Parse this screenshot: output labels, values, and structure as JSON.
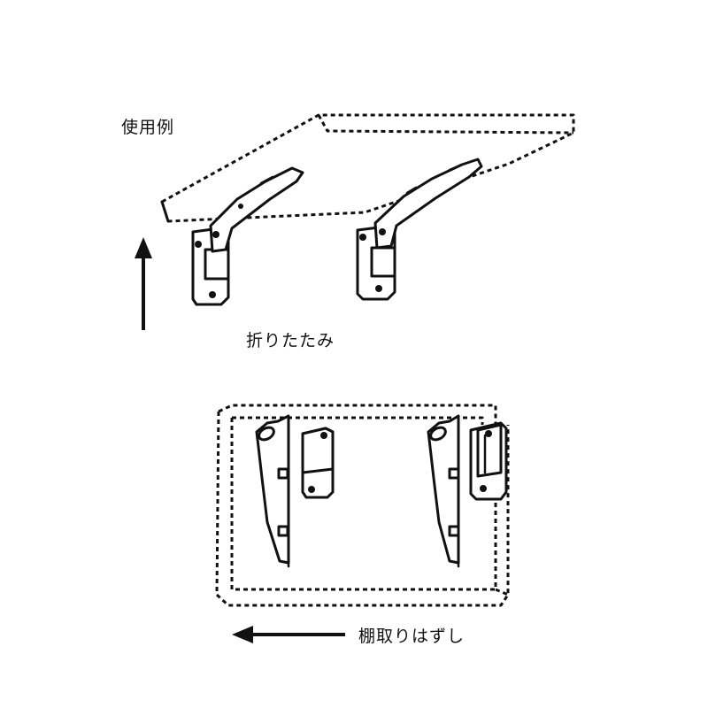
{
  "labels": {
    "usage_example": "使用例",
    "fold": "折りたたみ",
    "shelf_removal": "棚取りはずし"
  },
  "colors": {
    "line": "#111111",
    "background": "#ffffff"
  }
}
